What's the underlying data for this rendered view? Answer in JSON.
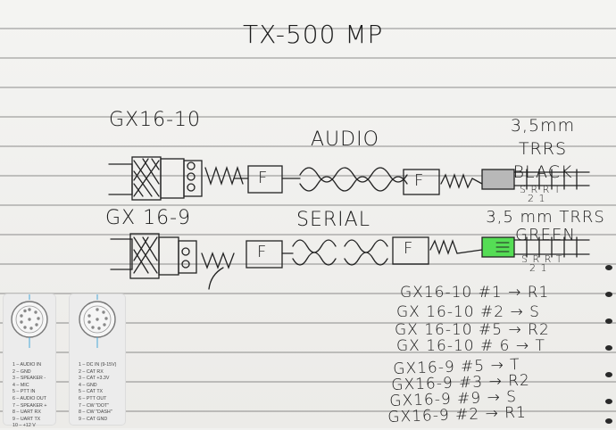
{
  "title": "TX-500 MP",
  "labels": {
    "gx16_10": "GX16-10",
    "gx16_9": "GX 16-9",
    "audio": "AUDIO",
    "serial": "SERIAL",
    "trrs_black": "3,5mm TRRS BLACK",
    "trrs_green": "3,5 mm TRRS GREEN",
    "f": "F",
    "trrs_pins_1": "S R R T\n  2 1",
    "trrs_pins_2": "S R R T\n  2 1"
  },
  "connector_cards": [
    {
      "pins": [
        "1 – AUDIO IN",
        "2 – GND",
        "3 – SPEAKER -",
        "4 – MIC",
        "5 – PTT IN",
        "6 – AUDIO OUT",
        "7 – SPEAKER +",
        "8 – UART RX",
        "9 – UART TX",
        "10 – +12 V"
      ]
    },
    {
      "pins": [
        "1 – DC IN (9-15V)",
        "2 – CAT RX",
        "3 – CAT +3.3V",
        "4 – GND",
        "5 – CAT TX",
        "6 – PTT OUT",
        "7 – CW \"DOT\"",
        "8 – CW \"DASH\"",
        "9 – CAT GND"
      ]
    }
  ],
  "mapping_audio": [
    "GX16-10 #1 → R1",
    "GX 16-10 #2 → S",
    "GX 16-10 #5 → R2",
    "GX 16-10 # 6 → T"
  ],
  "mapping_serial": [
    "GX16-9 #5 → T",
    "GX16-9 #3 → R2",
    "GX16-9 #9 → S",
    "GX16-9 #2 → R1"
  ],
  "colors": {
    "trrs_black_fill": "#b8b8b8",
    "trrs_green_fill": "#55dd55"
  }
}
